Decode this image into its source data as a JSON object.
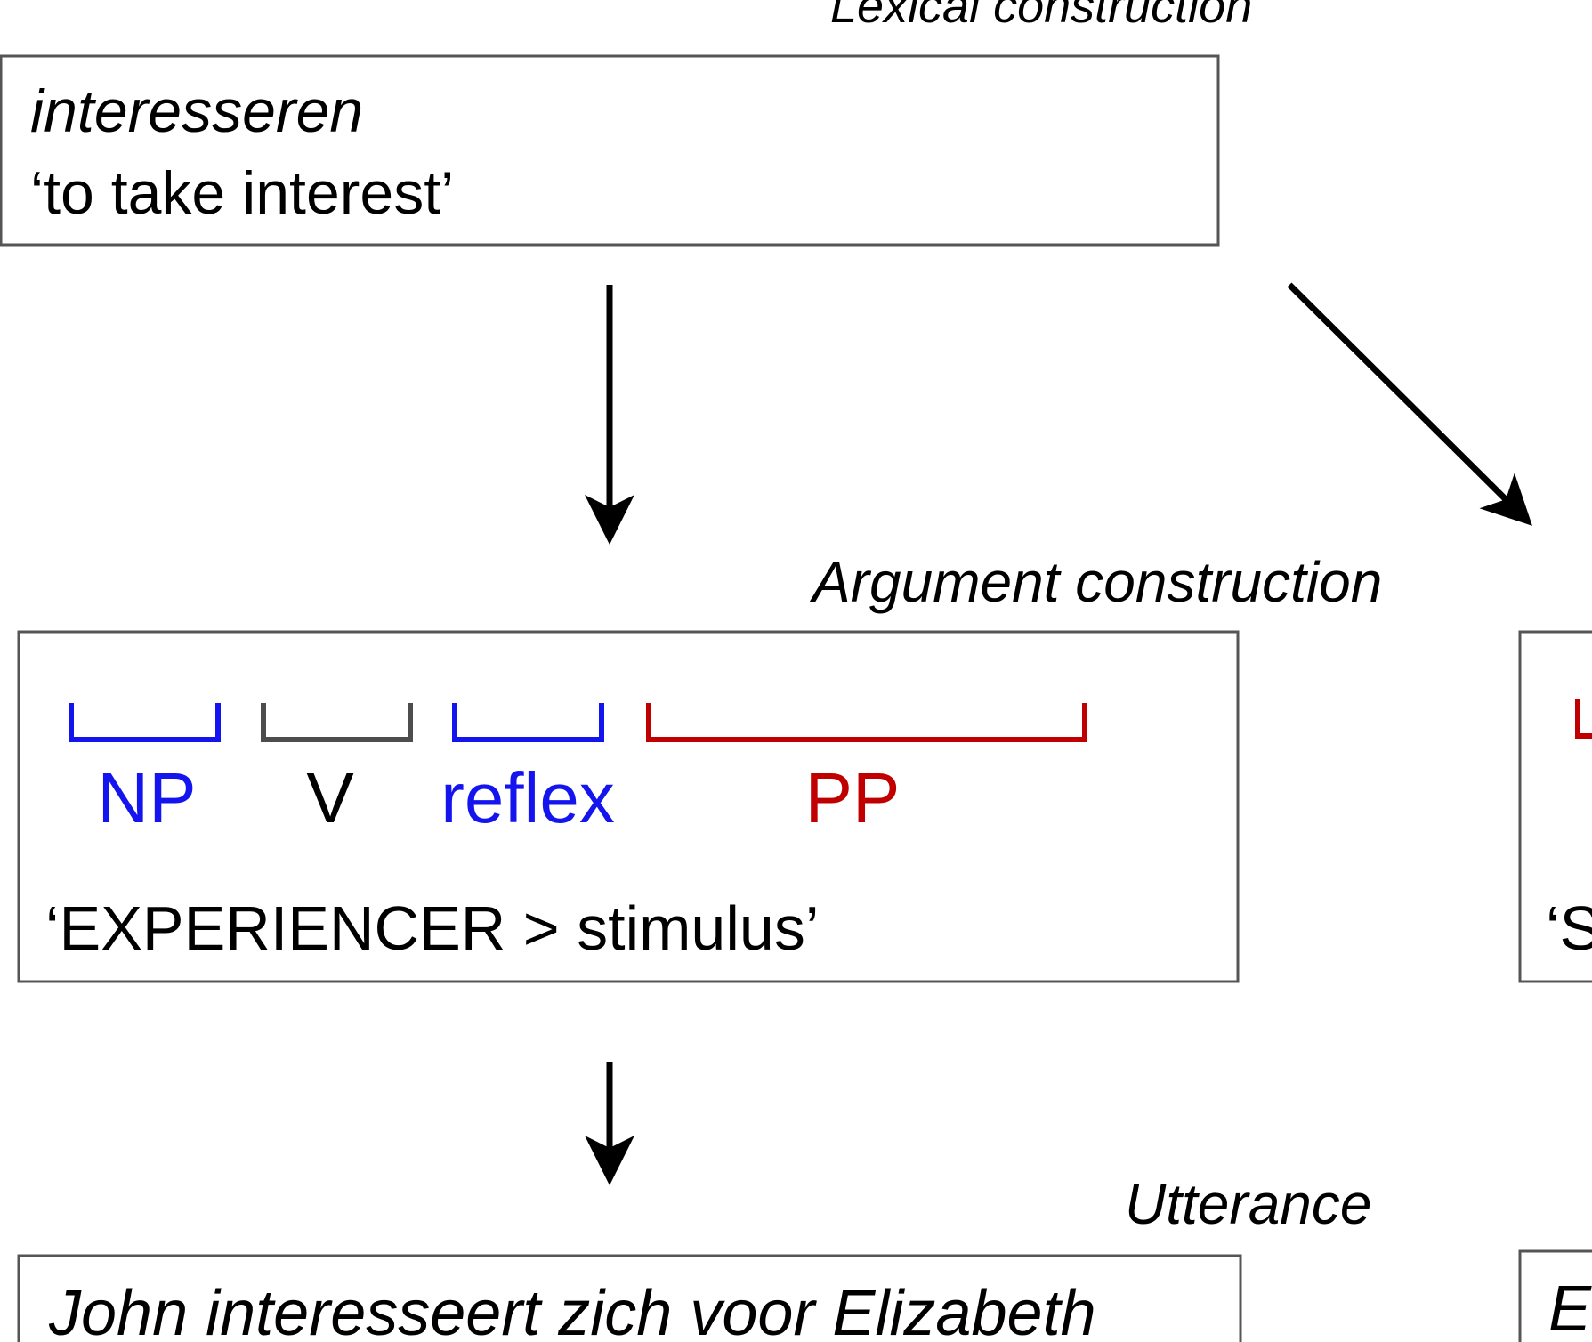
{
  "colors": {
    "blue": "#1414ee",
    "red": "#c00000",
    "gray": "#4d4d4d",
    "black": "#000000",
    "border": "#555555"
  },
  "lexical": {
    "heading": "Lexical construction",
    "word": "interesseren",
    "gloss": "‘to take interest’"
  },
  "argument": {
    "heading": "Argument construction",
    "slots": [
      {
        "label": "NP",
        "color": "blue"
      },
      {
        "label": "V",
        "color": "gray"
      },
      {
        "label": "reflex",
        "color": "blue"
      },
      {
        "label": "PP",
        "color": "red"
      }
    ],
    "semantics": "‘EXPERIENCER > stimulus’"
  },
  "utterance": {
    "heading": "Utterance",
    "sentence": "John interesseert zich voor Elizabeth"
  },
  "right_column": {
    "semantics_fragment": "‘S",
    "utterance_fragment": "E"
  }
}
